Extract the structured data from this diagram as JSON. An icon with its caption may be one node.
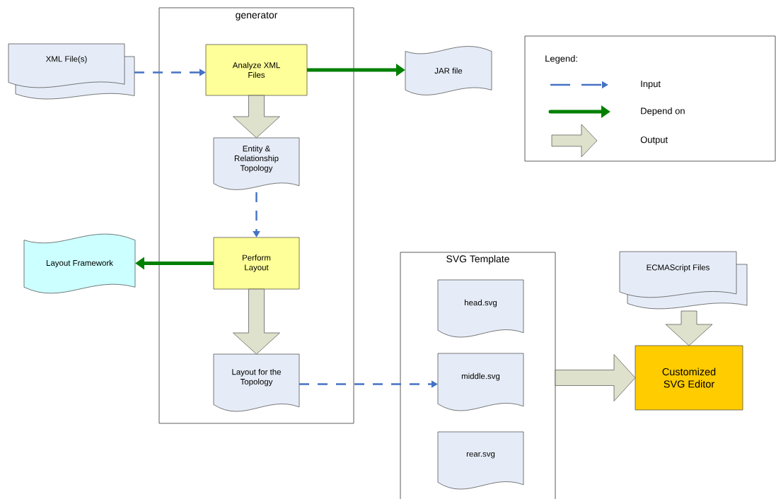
{
  "diagram": {
    "nodes": [
      {
        "text": [
          "generator"
        ]
      },
      {
        "text": [
          "XML File(s)"
        ]
      },
      {
        "text": [
          "Analyze XML Files"
        ],
        "in": 0
      },
      {
        "text": [
          "JAR file"
        ]
      },
      {
        "text": [
          "Entity & Relationship Topology"
        ],
        "in": 0
      },
      {
        "text": [
          "Layout Framework"
        ]
      },
      {
        "text": [
          "Perform Layout"
        ],
        "in": 0
      },
      {
        "text": [
          "Layout for the Topology"
        ],
        "in": 0
      },
      {
        "text": [
          "SVG Template"
        ]
      },
      {
        "text": [
          "head.svg"
        ],
        "in": 8
      },
      {
        "text": [
          "middle.svg"
        ],
        "in": 8
      },
      {
        "text": [
          "rear.svg"
        ],
        "in": 8
      },
      {
        "text": [
          "ECMAScript Files"
        ]
      },
      {
        "text": [
          "Customized SVG Editor"
        ]
      }
    ],
    "edges": [
      {
        "from": 1,
        "to": 2,
        "arrow": "to",
        "style": "dashed",
        "color": "#4472c4"
      },
      {
        "from": 2,
        "to": 3,
        "arrow": "to",
        "style": "thick",
        "color": "#008000"
      },
      {
        "from": 2,
        "to": 4,
        "arrow": "to"
      },
      {
        "from": 4,
        "to": 6,
        "arrow": "to",
        "style": "dashed",
        "color": "#4472c4"
      },
      {
        "from": 6,
        "to": 5,
        "arrow": "to",
        "style": "thick",
        "color": "#008000"
      },
      {
        "from": 6,
        "to": 7,
        "arrow": "to"
      },
      {
        "from": 7,
        "to": 10,
        "arrow": "to",
        "style": "dashed",
        "color": "#4472c4"
      },
      {
        "from": 8,
        "to": 13,
        "arrow": "to"
      },
      {
        "from": 12,
        "to": 13,
        "arrow": "to"
      }
    ],
    "labels": [
      "Legend:"
    ],
    "legend": [
      {
        "text": "Input"
      },
      {
        "text": "Depend on"
      },
      {
        "text": "Output"
      }
    ]
  }
}
